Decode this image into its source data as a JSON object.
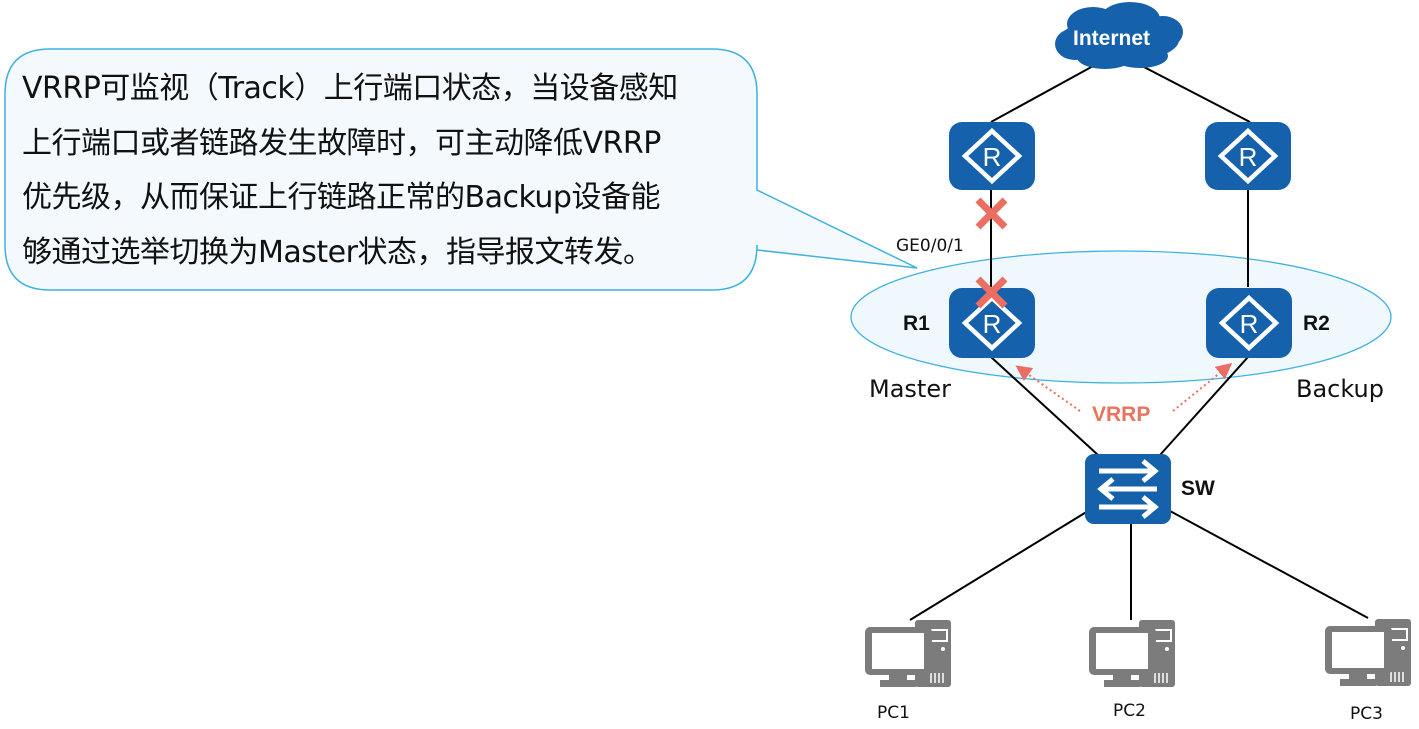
{
  "callout": {
    "lines": [
      "VRRP可监视（Track）上行端口状态，当设备感知",
      "上行端口或者链路发生故障时，可主动降低VRRP",
      "优先级，从而保证上行链路正常的Backup设备能",
      "够通过选举切换为Master状态，指导报文转发。"
    ]
  },
  "topology": {
    "cloud_label": "Internet",
    "interface_label": "GE0/0/1",
    "r1_label": "R1",
    "r2_label": "R2",
    "r1_role": "Master",
    "r2_role": "Backup",
    "protocol_label": "VRRP",
    "switch_label": "SW",
    "router_glyph": "R",
    "pcs": [
      "PC1",
      "PC2",
      "PC3"
    ]
  },
  "colors": {
    "device_blue": "#1561ab",
    "fault_red": "#ea6e61",
    "callout_fill": "#f3f9fd",
    "callout_border": "#3fb1e0",
    "pc_gray": "#7c7c7c"
  },
  "icons": {
    "cloud": "cloud-icon",
    "router": "router-icon",
    "switch": "switch-icon",
    "pc": "pc-icon",
    "fault": "x-mark-icon"
  }
}
